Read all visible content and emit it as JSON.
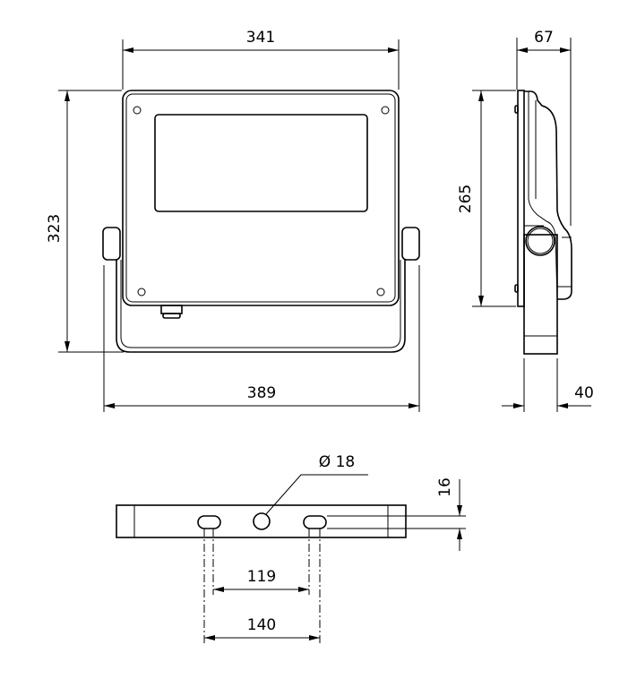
{
  "drawing": {
    "front_view": {
      "width_housing": "341",
      "height_total": "323",
      "width_total": "389"
    },
    "side_view": {
      "depth": "67",
      "height_housing": "265",
      "bracket_depth": "40"
    },
    "bracket_view": {
      "hole_diameter": "Ø 18",
      "slot_width": "16",
      "slot_inner_distance": "119",
      "slot_outer_distance": "140"
    },
    "line_color": "#000000",
    "background": "#ffffff"
  }
}
